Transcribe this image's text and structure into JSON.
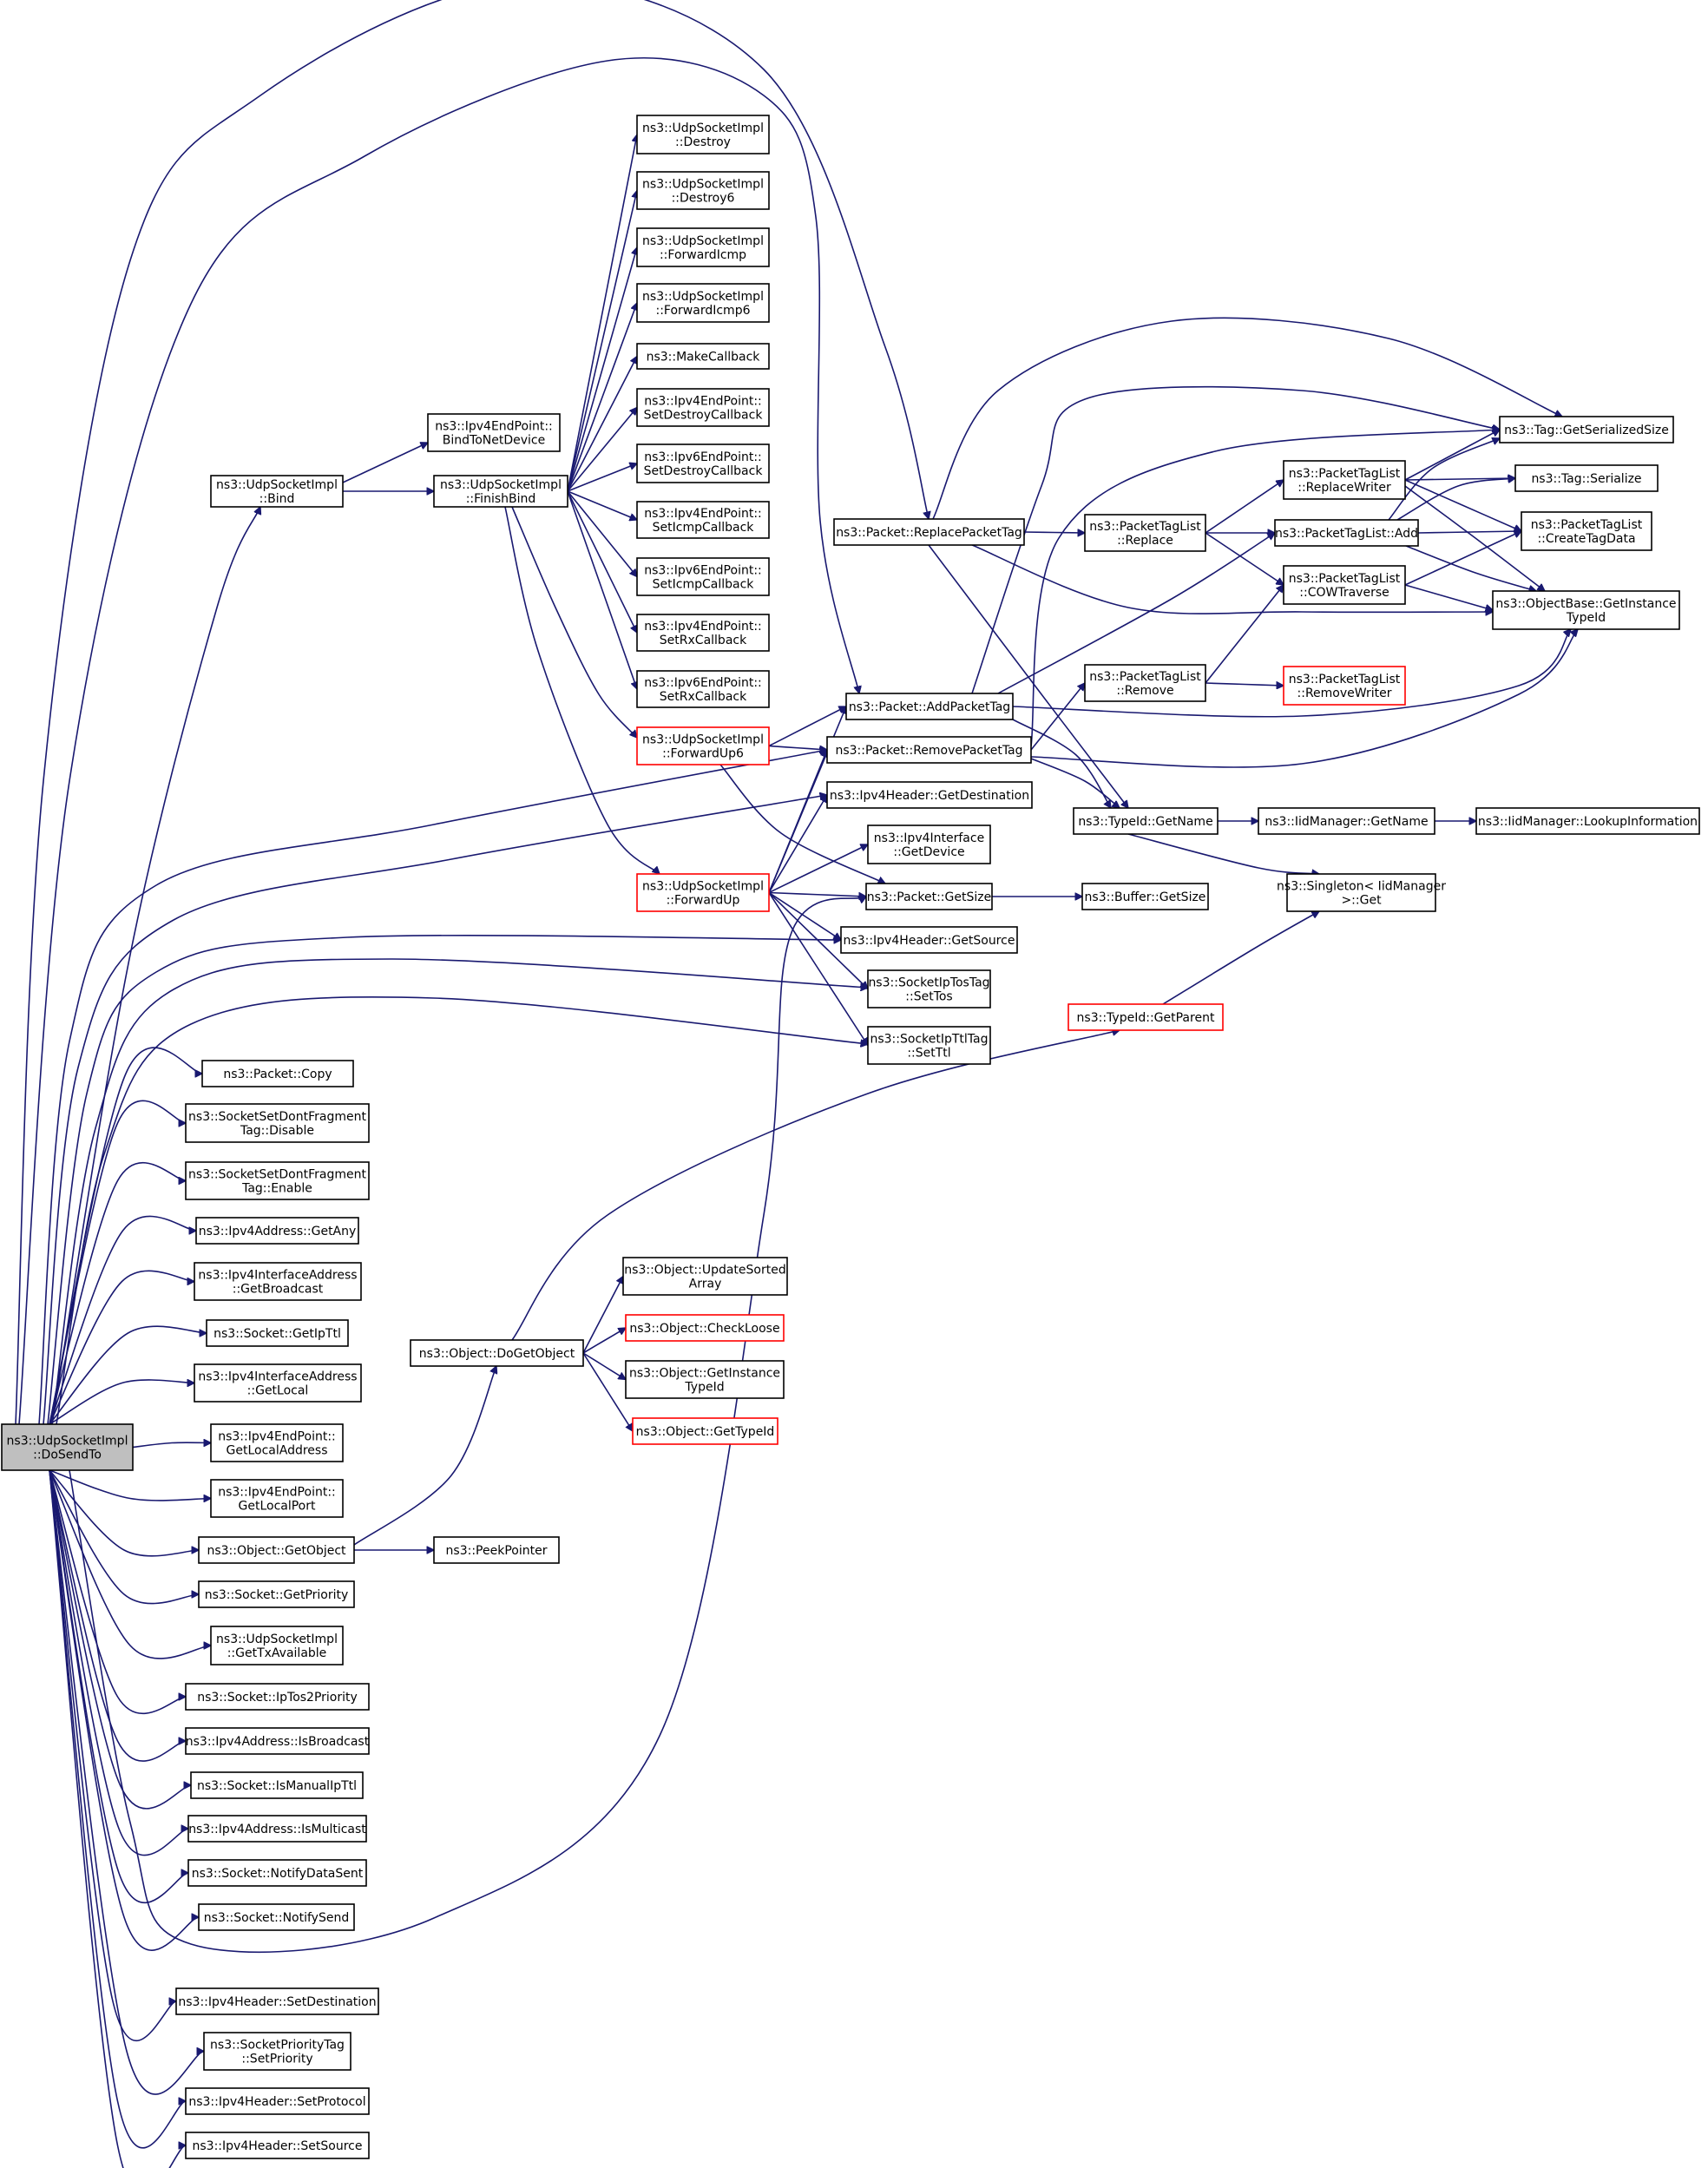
{
  "diagram": {
    "type": "call-graph",
    "root": "n_dosendto",
    "colors": {
      "edge": "#191970",
      "node_border": "#000000",
      "truncated_border": "#ff0000",
      "root_fill": "#bfbfbf",
      "background": "#ffffff"
    },
    "nodes": [
      {
        "id": "n_dosendto",
        "lines": [
          "ns3::UdpSocketImpl",
          "::DoSendTo"
        ],
        "root": true
      },
      {
        "id": "n_bind",
        "lines": [
          "ns3::UdpSocketImpl",
          "::Bind"
        ]
      },
      {
        "id": "n_bindtonetdevice",
        "lines": [
          "ns3::Ipv4EndPoint::",
          "BindToNetDevice"
        ]
      },
      {
        "id": "n_finishbind",
        "lines": [
          "ns3::UdpSocketImpl",
          "::FinishBind"
        ]
      },
      {
        "id": "n_destroy",
        "lines": [
          "ns3::UdpSocketImpl",
          "::Destroy"
        ]
      },
      {
        "id": "n_destroy6",
        "lines": [
          "ns3::UdpSocketImpl",
          "::Destroy6"
        ]
      },
      {
        "id": "n_forwardicmp",
        "lines": [
          "ns3::UdpSocketImpl",
          "::ForwardIcmp"
        ]
      },
      {
        "id": "n_forwardicmp6",
        "lines": [
          "ns3::UdpSocketImpl",
          "::ForwardIcmp6"
        ]
      },
      {
        "id": "n_makecallback",
        "lines": [
          "ns3::MakeCallback"
        ]
      },
      {
        "id": "n_ipv4setdestroy",
        "lines": [
          "ns3::Ipv4EndPoint::",
          "SetDestroyCallback"
        ]
      },
      {
        "id": "n_ipv6setdestroy",
        "lines": [
          "ns3::Ipv6EndPoint::",
          "SetDestroyCallback"
        ]
      },
      {
        "id": "n_ipv4seticmp",
        "lines": [
          "ns3::Ipv4EndPoint::",
          "SetIcmpCallback"
        ]
      },
      {
        "id": "n_ipv6seticmp",
        "lines": [
          "ns3::Ipv6EndPoint::",
          "SetIcmpCallback"
        ]
      },
      {
        "id": "n_ipv4setrx",
        "lines": [
          "ns3::Ipv4EndPoint::",
          "SetRxCallback"
        ]
      },
      {
        "id": "n_ipv6setrx",
        "lines": [
          "ns3::Ipv6EndPoint::",
          "SetRxCallback"
        ]
      },
      {
        "id": "n_forwardup6",
        "lines": [
          "ns3::UdpSocketImpl",
          "::ForwardUp6"
        ],
        "truncated": true
      },
      {
        "id": "n_forwardup",
        "lines": [
          "ns3::UdpSocketImpl",
          "::ForwardUp"
        ],
        "truncated": true
      },
      {
        "id": "n_replacepackettag",
        "lines": [
          "ns3::Packet::ReplacePacketTag"
        ]
      },
      {
        "id": "n_addpackettag",
        "lines": [
          "ns3::Packet::AddPacketTag"
        ]
      },
      {
        "id": "n_removepackettag",
        "lines": [
          "ns3::Packet::RemovePacketTag"
        ]
      },
      {
        "id": "n_getdestination",
        "lines": [
          "ns3::Ipv4Header::GetDestination"
        ]
      },
      {
        "id": "n_getdevice",
        "lines": [
          "ns3::Ipv4Interface",
          "::GetDevice"
        ]
      },
      {
        "id": "n_getsize",
        "lines": [
          "ns3::Packet::GetSize"
        ]
      },
      {
        "id": "n_getsource",
        "lines": [
          "ns3::Ipv4Header::GetSource"
        ]
      },
      {
        "id": "n_settos",
        "lines": [
          "ns3::SocketIpTosTag",
          "::SetTos"
        ]
      },
      {
        "id": "n_setttl",
        "lines": [
          "ns3::SocketIpTtlTag",
          "::SetTtl"
        ]
      },
      {
        "id": "n_ptl_replace",
        "lines": [
          "ns3::PacketTagList",
          "::Replace"
        ]
      },
      {
        "id": "n_ptl_remove",
        "lines": [
          "ns3::PacketTagList",
          "::Remove"
        ]
      },
      {
        "id": "n_typeid_getname",
        "lines": [
          "ns3::TypeId::GetName"
        ]
      },
      {
        "id": "n_buffer_getsize",
        "lines": [
          "ns3::Buffer::GetSize"
        ]
      },
      {
        "id": "n_typeid_getparent",
        "lines": [
          "ns3::TypeId::GetParent"
        ],
        "truncated": true
      },
      {
        "id": "n_ptl_replacewriter",
        "lines": [
          "ns3::PacketTagList",
          "::ReplaceWriter"
        ]
      },
      {
        "id": "n_ptl_add",
        "lines": [
          "ns3::PacketTagList::Add"
        ]
      },
      {
        "id": "n_ptl_cowtraverse",
        "lines": [
          "ns3::PacketTagList",
          "::COWTraverse"
        ]
      },
      {
        "id": "n_ptl_removewriter",
        "lines": [
          "ns3::PacketTagList",
          "::RemoveWriter"
        ],
        "truncated": true
      },
      {
        "id": "n_iid_getname",
        "lines": [
          "ns3::IidManager::GetName"
        ]
      },
      {
        "id": "n_singleton_get",
        "lines": [
          "ns3::Singleton< IidManager",
          ">::Get"
        ]
      },
      {
        "id": "n_tag_getserializedsize",
        "lines": [
          "ns3::Tag::GetSerializedSize"
        ]
      },
      {
        "id": "n_tag_serialize",
        "lines": [
          "ns3::Tag::Serialize"
        ]
      },
      {
        "id": "n_ptl_createtagdata",
        "lines": [
          "ns3::PacketTagList",
          "::CreateTagData"
        ]
      },
      {
        "id": "n_objectbase_getinstancetypeid",
        "lines": [
          "ns3::ObjectBase::GetInstance",
          "TypeId"
        ]
      },
      {
        "id": "n_iid_lookupinformation",
        "lines": [
          "ns3::IidManager::LookupInformation"
        ]
      },
      {
        "id": "n_packet_copy",
        "lines": [
          "ns3::Packet::Copy"
        ]
      },
      {
        "id": "n_dontfrag_disable",
        "lines": [
          "ns3::SocketSetDontFragment",
          "Tag::Disable"
        ]
      },
      {
        "id": "n_dontfrag_enable",
        "lines": [
          "ns3::SocketSetDontFragment",
          "Tag::Enable"
        ]
      },
      {
        "id": "n_ipv4addr_getany",
        "lines": [
          "ns3::Ipv4Address::GetAny"
        ]
      },
      {
        "id": "n_ifaddr_getbroadcast",
        "lines": [
          "ns3::Ipv4InterfaceAddress",
          "::GetBroadcast"
        ]
      },
      {
        "id": "n_socket_getipttl",
        "lines": [
          "ns3::Socket::GetIpTtl"
        ]
      },
      {
        "id": "n_ifaddr_getlocal",
        "lines": [
          "ns3::Ipv4InterfaceAddress",
          "::GetLocal"
        ]
      },
      {
        "id": "n_ep_getlocaladdress",
        "lines": [
          "ns3::Ipv4EndPoint::",
          "GetLocalAddress"
        ]
      },
      {
        "id": "n_ep_getlocalport",
        "lines": [
          "ns3::Ipv4EndPoint::",
          "GetLocalPort"
        ]
      },
      {
        "id": "n_object_getobject",
        "lines": [
          "ns3::Object::GetObject"
        ]
      },
      {
        "id": "n_socket_getpriority",
        "lines": [
          "ns3::Socket::GetPriority"
        ]
      },
      {
        "id": "n_gettxavailable",
        "lines": [
          "ns3::UdpSocketImpl",
          "::GetTxAvailable"
        ]
      },
      {
        "id": "n_iptos2priority",
        "lines": [
          "ns3::Socket::IpTos2Priority"
        ]
      },
      {
        "id": "n_isbroadcast",
        "lines": [
          "ns3::Ipv4Address::IsBroadcast"
        ]
      },
      {
        "id": "n_ismanualipttl",
        "lines": [
          "ns3::Socket::IsManualIpTtl"
        ]
      },
      {
        "id": "n_ismulticast",
        "lines": [
          "ns3::Ipv4Address::IsMulticast"
        ]
      },
      {
        "id": "n_notifydatasent",
        "lines": [
          "ns3::Socket::NotifyDataSent"
        ]
      },
      {
        "id": "n_notifysend",
        "lines": [
          "ns3::Socket::NotifySend"
        ]
      },
      {
        "id": "n_hdr_setdestination",
        "lines": [
          "ns3::Ipv4Header::SetDestination"
        ]
      },
      {
        "id": "n_prio_setpriority",
        "lines": [
          "ns3::SocketPriorityTag",
          "::SetPriority"
        ]
      },
      {
        "id": "n_hdr_setprotocol",
        "lines": [
          "ns3::Ipv4Header::SetProtocol"
        ]
      },
      {
        "id": "n_hdr_setsource",
        "lines": [
          "ns3::Ipv4Header::SetSource"
        ]
      },
      {
        "id": "n_dogetobject",
        "lines": [
          "ns3::Object::DoGetObject"
        ]
      },
      {
        "id": "n_peekpointer",
        "lines": [
          "ns3::PeekPointer"
        ]
      },
      {
        "id": "n_updatesortedarray",
        "lines": [
          "ns3::Object::UpdateSorted",
          "Array"
        ]
      },
      {
        "id": "n_checkloose",
        "lines": [
          "ns3::Object::CheckLoose"
        ],
        "truncated": true
      },
      {
        "id": "n_object_getinstancetypeid",
        "lines": [
          "ns3::Object::GetInstance",
          "TypeId"
        ]
      },
      {
        "id": "n_object_gettypeid",
        "lines": [
          "ns3::Object::GetTypeId"
        ],
        "truncated": true
      }
    ],
    "edges": [
      [
        "n_dosendto",
        "n_bind"
      ],
      [
        "n_dosendto",
        "n_replacepackettag"
      ],
      [
        "n_dosendto",
        "n_addpackettag"
      ],
      [
        "n_dosendto",
        "n_removepackettag"
      ],
      [
        "n_dosendto",
        "n_getdestination"
      ],
      [
        "n_dosendto",
        "n_getsource"
      ],
      [
        "n_dosendto",
        "n_settos"
      ],
      [
        "n_dosendto",
        "n_setttl"
      ],
      [
        "n_dosendto",
        "n_getsize"
      ],
      [
        "n_dosendto",
        "n_packet_copy"
      ],
      [
        "n_dosendto",
        "n_dontfrag_disable"
      ],
      [
        "n_dosendto",
        "n_dontfrag_enable"
      ],
      [
        "n_dosendto",
        "n_ipv4addr_getany"
      ],
      [
        "n_dosendto",
        "n_ifaddr_getbroadcast"
      ],
      [
        "n_dosendto",
        "n_socket_getipttl"
      ],
      [
        "n_dosendto",
        "n_ifaddr_getlocal"
      ],
      [
        "n_dosendto",
        "n_ep_getlocaladdress"
      ],
      [
        "n_dosendto",
        "n_ep_getlocalport"
      ],
      [
        "n_dosendto",
        "n_object_getobject"
      ],
      [
        "n_dosendto",
        "n_socket_getpriority"
      ],
      [
        "n_dosendto",
        "n_gettxavailable"
      ],
      [
        "n_dosendto",
        "n_iptos2priority"
      ],
      [
        "n_dosendto",
        "n_isbroadcast"
      ],
      [
        "n_dosendto",
        "n_ismanualipttl"
      ],
      [
        "n_dosendto",
        "n_ismulticast"
      ],
      [
        "n_dosendto",
        "n_notifydatasent"
      ],
      [
        "n_dosendto",
        "n_notifysend"
      ],
      [
        "n_dosendto",
        "n_hdr_setdestination"
      ],
      [
        "n_dosendto",
        "n_prio_setpriority"
      ],
      [
        "n_dosendto",
        "n_hdr_setprotocol"
      ],
      [
        "n_dosendto",
        "n_hdr_setsource"
      ],
      [
        "n_bind",
        "n_bindtonetdevice"
      ],
      [
        "n_bind",
        "n_finishbind"
      ],
      [
        "n_finishbind",
        "n_destroy"
      ],
      [
        "n_finishbind",
        "n_destroy6"
      ],
      [
        "n_finishbind",
        "n_forwardicmp"
      ],
      [
        "n_finishbind",
        "n_forwardicmp6"
      ],
      [
        "n_finishbind",
        "n_makecallback"
      ],
      [
        "n_finishbind",
        "n_ipv4setdestroy"
      ],
      [
        "n_finishbind",
        "n_ipv6setdestroy"
      ],
      [
        "n_finishbind",
        "n_ipv4seticmp"
      ],
      [
        "n_finishbind",
        "n_ipv6seticmp"
      ],
      [
        "n_finishbind",
        "n_ipv4setrx"
      ],
      [
        "n_finishbind",
        "n_ipv6setrx"
      ],
      [
        "n_finishbind",
        "n_forwardup6"
      ],
      [
        "n_finishbind",
        "n_forwardup"
      ],
      [
        "n_forwardup6",
        "n_addpackettag"
      ],
      [
        "n_forwardup6",
        "n_removepackettag"
      ],
      [
        "n_forwardup6",
        "n_getsize"
      ],
      [
        "n_forwardup",
        "n_addpackettag"
      ],
      [
        "n_forwardup",
        "n_removepackettag"
      ],
      [
        "n_forwardup",
        "n_getdestination"
      ],
      [
        "n_forwardup",
        "n_getdevice"
      ],
      [
        "n_forwardup",
        "n_getsize"
      ],
      [
        "n_forwardup",
        "n_getsource"
      ],
      [
        "n_forwardup",
        "n_settos"
      ],
      [
        "n_forwardup",
        "n_setttl"
      ],
      [
        "n_replacepackettag",
        "n_ptl_replace"
      ],
      [
        "n_replacepackettag",
        "n_typeid_getname"
      ],
      [
        "n_replacepackettag",
        "n_objectbase_getinstancetypeid"
      ],
      [
        "n_replacepackettag",
        "n_tag_getserializedsize"
      ],
      [
        "n_addpackettag",
        "n_ptl_add"
      ],
      [
        "n_addpackettag",
        "n_typeid_getname"
      ],
      [
        "n_addpackettag",
        "n_objectbase_getinstancetypeid"
      ],
      [
        "n_addpackettag",
        "n_tag_getserializedsize"
      ],
      [
        "n_removepackettag",
        "n_ptl_remove"
      ],
      [
        "n_removepackettag",
        "n_typeid_getname"
      ],
      [
        "n_removepackettag",
        "n_objectbase_getinstancetypeid"
      ],
      [
        "n_removepackettag",
        "n_tag_getserializedsize"
      ],
      [
        "n_getsize",
        "n_buffer_getsize"
      ],
      [
        "n_ptl_replace",
        "n_ptl_replacewriter"
      ],
      [
        "n_ptl_replace",
        "n_ptl_add"
      ],
      [
        "n_ptl_replace",
        "n_ptl_cowtraverse"
      ],
      [
        "n_ptl_remove",
        "n_ptl_cowtraverse"
      ],
      [
        "n_ptl_remove",
        "n_ptl_removewriter"
      ],
      [
        "n_ptl_replacewriter",
        "n_tag_getserializedsize"
      ],
      [
        "n_ptl_replacewriter",
        "n_tag_serialize"
      ],
      [
        "n_ptl_replacewriter",
        "n_ptl_createtagdata"
      ],
      [
        "n_ptl_replacewriter",
        "n_objectbase_getinstancetypeid"
      ],
      [
        "n_ptl_add",
        "n_tag_getserializedsize"
      ],
      [
        "n_ptl_add",
        "n_tag_serialize"
      ],
      [
        "n_ptl_add",
        "n_ptl_createtagdata"
      ],
      [
        "n_ptl_add",
        "n_objectbase_getinstancetypeid"
      ],
      [
        "n_ptl_cowtraverse",
        "n_ptl_createtagdata"
      ],
      [
        "n_ptl_cowtraverse",
        "n_objectbase_getinstancetypeid"
      ],
      [
        "n_typeid_getname",
        "n_iid_getname"
      ],
      [
        "n_typeid_getname",
        "n_singleton_get"
      ],
      [
        "n_iid_getname",
        "n_iid_lookupinformation"
      ],
      [
        "n_typeid_getparent",
        "n_singleton_get"
      ],
      [
        "n_object_getobject",
        "n_dogetobject"
      ],
      [
        "n_object_getobject",
        "n_peekpointer"
      ],
      [
        "n_dogetobject",
        "n_typeid_getparent"
      ],
      [
        "n_dogetobject",
        "n_updatesortedarray"
      ],
      [
        "n_dogetobject",
        "n_checkloose"
      ],
      [
        "n_dogetobject",
        "n_object_getinstancetypeid"
      ],
      [
        "n_dogetobject",
        "n_object_gettypeid"
      ]
    ]
  }
}
